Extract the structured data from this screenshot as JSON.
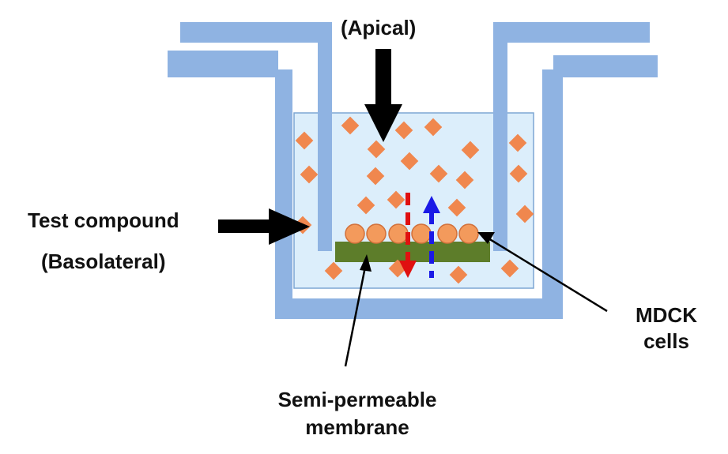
{
  "labels": {
    "apical": "(Apical)",
    "test_compound": "Test compound",
    "basolateral": "(Basolateral)",
    "mdck_line1": "MDCK",
    "mdck_line2": "cells",
    "membrane_line1": "Semi-permeable",
    "membrane_line2": "membrane"
  },
  "colors": {
    "well_wall": "#8fb3e2",
    "medium_fill": "#dceefb",
    "medium_stroke": "#7da6d4",
    "compound": "#f0874e",
    "membrane": "#5d7d2a",
    "cell_fill": "#f39a5c",
    "cell_stroke": "#d2703a",
    "efflux_arrow": "#e01010",
    "influx_arrow": "#1a1ae6",
    "callout_arrow": "#000000"
  }
}
